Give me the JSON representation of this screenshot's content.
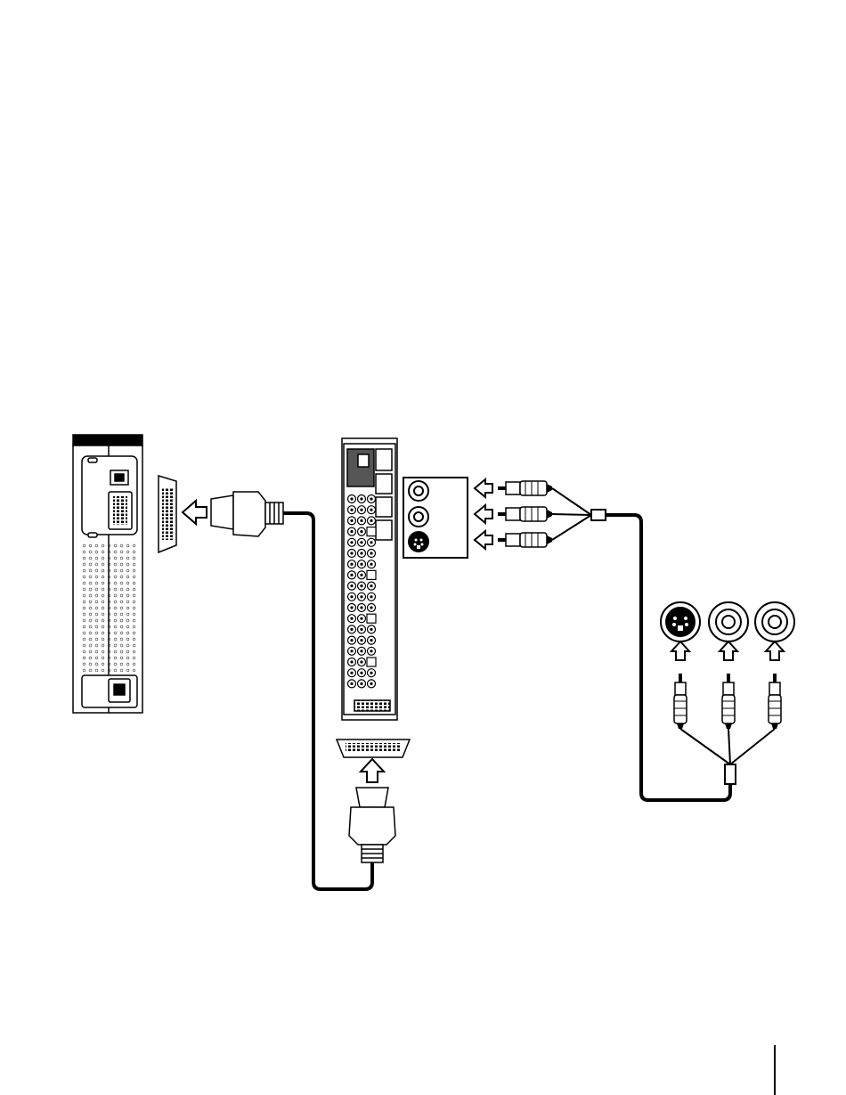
{
  "diagram": {
    "type": "wiring-diagram",
    "description_visible_text": [],
    "colors": {
      "line": "#000000",
      "paper": "#ffffff",
      "fill": "#ffffff",
      "hatch": "#333333"
    },
    "icons": [
      "console-rear-panel",
      "av-connector-port",
      "av-cable-plug",
      "receiver-rear-panel",
      "receiver-video-input-panel",
      "rca-plug",
      "svideo-jack",
      "rca-jack",
      "up-arrow",
      "left-arrow"
    ]
  }
}
